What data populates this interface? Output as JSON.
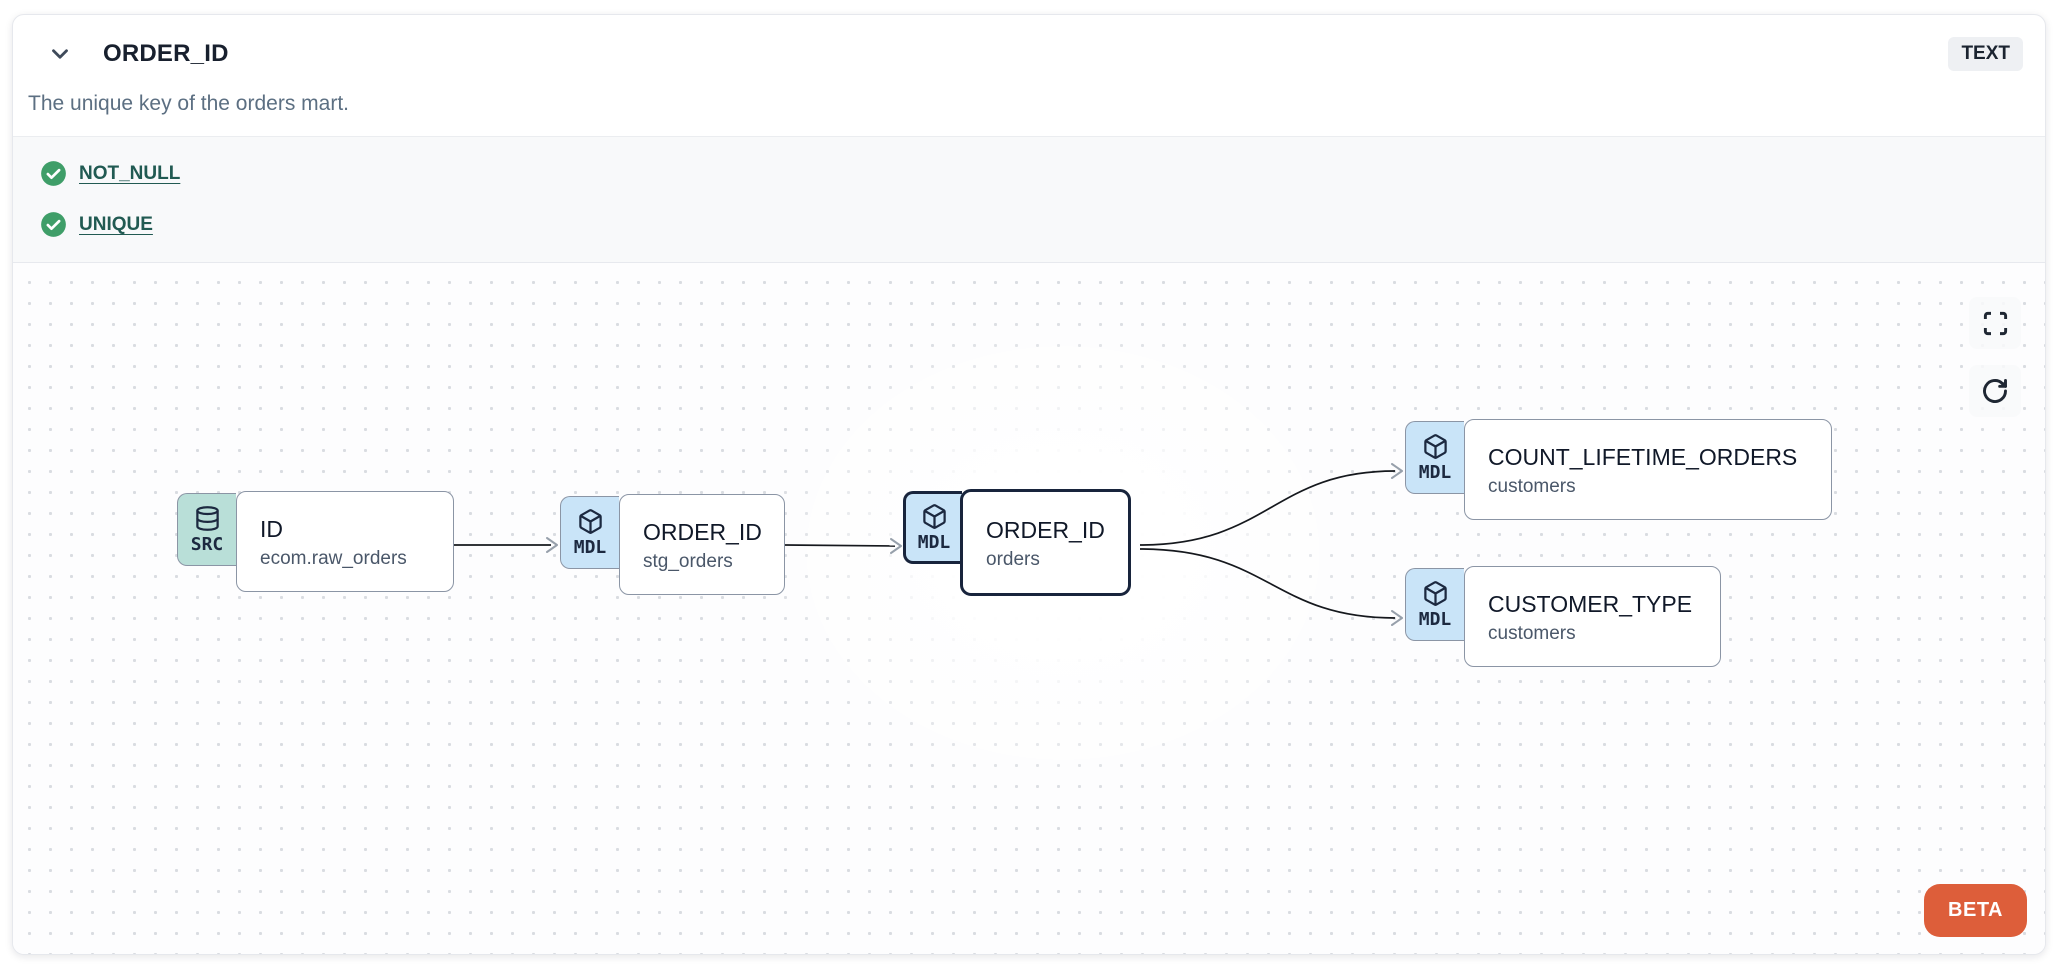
{
  "header": {
    "title": "ORDER_ID",
    "type_badge": "TEXT",
    "description": "The unique key of the orders mart."
  },
  "tests": {
    "items": [
      {
        "name": "NOT_NULL",
        "status": "pass",
        "icon": "check-circle-icon"
      },
      {
        "name": "UNIQUE",
        "status": "pass",
        "icon": "check-circle-icon"
      }
    ]
  },
  "lineage": {
    "nodes": [
      {
        "badge": "SRC",
        "icon": "database-icon",
        "title": "ID",
        "subtitle": "ecom.raw_orders",
        "selected": false
      },
      {
        "badge": "MDL",
        "icon": "cube-icon",
        "title": "ORDER_ID",
        "subtitle": "stg_orders",
        "selected": false
      },
      {
        "badge": "MDL",
        "icon": "cube-icon",
        "title": "ORDER_ID",
        "subtitle": "orders",
        "selected": true
      },
      {
        "badge": "MDL",
        "icon": "cube-icon",
        "title": "COUNT_LIFETIME_ORDERS",
        "subtitle": "customers",
        "selected": false
      },
      {
        "badge": "MDL",
        "icon": "cube-icon",
        "title": "CUSTOMER_TYPE",
        "subtitle": "customers",
        "selected": false
      }
    ],
    "controls": {
      "fullscreen": "fullscreen",
      "refresh": "refresh"
    },
    "beta_label": "BETA"
  },
  "colors": {
    "beta_orange": "#DD5E3A",
    "src_badge_teal": "#B9DFD8",
    "mdl_badge_blue": "#C9E4F8",
    "test_pass_green": "#3F9E68",
    "test_link_teal": "#215A52",
    "selected_node_border": "#18243C"
  }
}
